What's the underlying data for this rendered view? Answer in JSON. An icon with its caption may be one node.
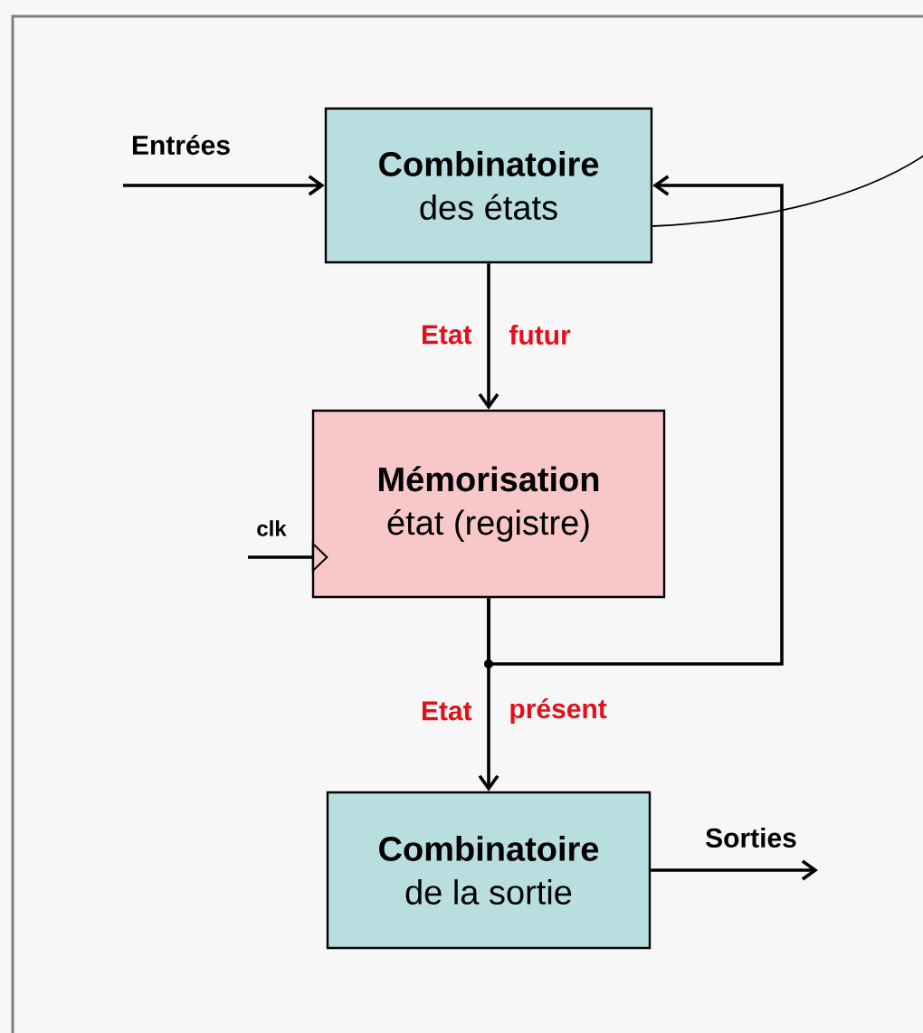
{
  "diagram": {
    "nodes": [
      {
        "text": [
          "Combinatoire",
          "des états"
        ]
      },
      {
        "text": [
          "Mémorisation",
          "état (registre)"
        ]
      },
      {
        "text": [
          "Combinatoire",
          "de la sortie"
        ]
      }
    ],
    "edges": [
      {
        "from": null,
        "to": 0,
        "arrow": "to",
        "label": "Entrées"
      },
      {
        "from": 0,
        "to": 1,
        "arrow": "to"
      },
      {
        "from": 1,
        "to": 2,
        "arrow": "to"
      },
      {
        "from": 1,
        "to": 0,
        "arrow": "to"
      },
      {
        "from": null,
        "to": 1,
        "arrow": "to",
        "label": "clk"
      },
      {
        "from": 2,
        "to": null,
        "arrow": "to",
        "label": "Sorties"
      },
      {
        "from": 0,
        "to": null,
        "arrow": "none"
      }
    ],
    "labels": [
      "Etat",
      "futur",
      "Etat",
      "présent"
    ]
  }
}
